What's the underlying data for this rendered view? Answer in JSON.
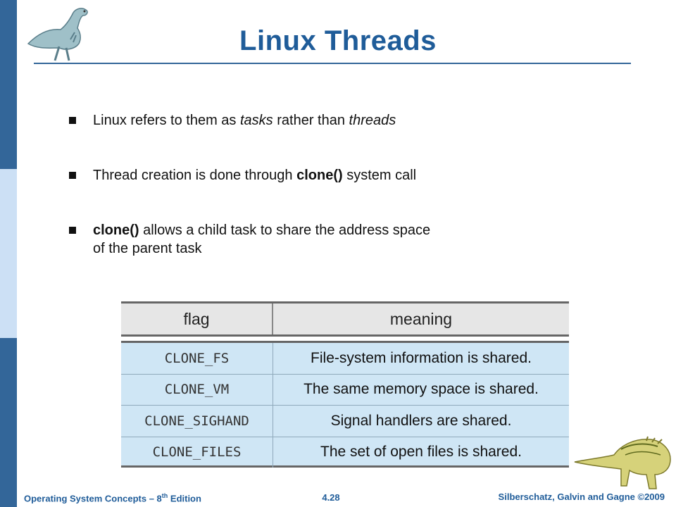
{
  "slide": {
    "title": "Linux Threads"
  },
  "bullets": [
    {
      "pre": "Linux refers to them as ",
      "em1": "tasks",
      "mid": " rather than ",
      "em2": "threads"
    },
    {
      "pre": "Thread creation is done through ",
      "bold": "clone()",
      "post": " system call"
    },
    {
      "bold": "clone()",
      "post": " allows a child task to share the address space",
      "line2": "of the parent task"
    }
  ],
  "table": {
    "headers": [
      "flag",
      "meaning"
    ],
    "rows": [
      {
        "flag": "CLONE_FS",
        "meaning": "File-system information is shared."
      },
      {
        "flag": "CLONE_VM",
        "meaning": "The same memory space is shared."
      },
      {
        "flag": "CLONE_SIGHAND",
        "meaning": "Signal handlers are shared."
      },
      {
        "flag": "CLONE_FILES",
        "meaning": "The set of open files is shared."
      }
    ]
  },
  "footer": {
    "left_main": "Operating System Concepts – 8",
    "left_sup": "th",
    "left_tail": " Edition",
    "page": "4.28",
    "right": "Silberschatz, Galvin and Gagne ©2009"
  },
  "colors": {
    "accent": "#1f5c99",
    "sidebar": "#336699",
    "table_body": "#cfe6f5"
  }
}
